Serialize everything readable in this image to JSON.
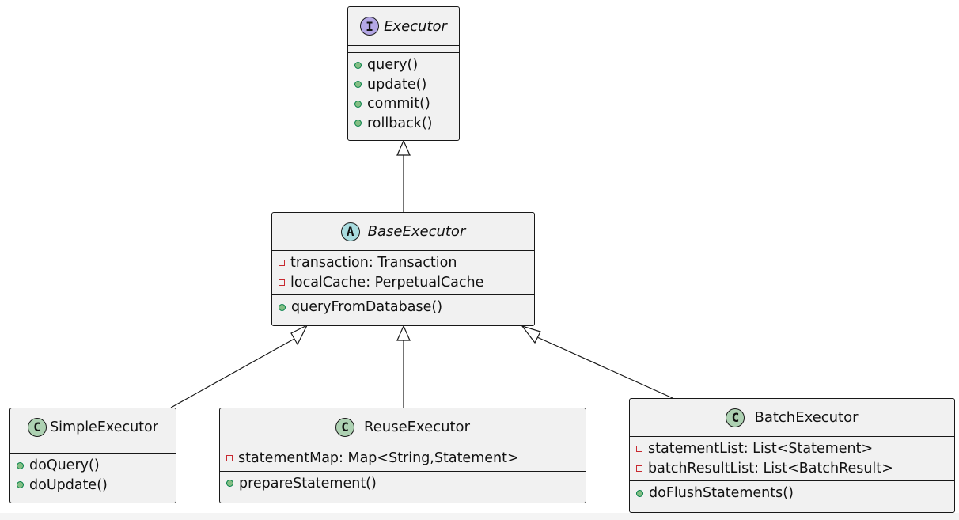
{
  "colors": {
    "class_fill": "#f1f1f1",
    "border": "#181818",
    "interface_badge": "#b4a7e5",
    "abstract_badge": "#a9dcdf",
    "class_badge": "#add1b2",
    "public_marker": "#84be84",
    "private_marker": "#c82930"
  },
  "classes": {
    "executor": {
      "stereotype": "I",
      "name": "Executor",
      "fields": [],
      "methods": [
        "query()",
        "update()",
        "commit()",
        "rollback()"
      ]
    },
    "base_executor": {
      "stereotype": "A",
      "name": "BaseExecutor",
      "fields": [
        "transaction: Transaction",
        "localCache: PerpetualCache"
      ],
      "methods": [
        "queryFromDatabase()"
      ]
    },
    "simple_executor": {
      "stereotype": "C",
      "name": "SimpleExecutor",
      "fields": [],
      "methods": [
        "doQuery()",
        "doUpdate()"
      ]
    },
    "reuse_executor": {
      "stereotype": "C",
      "name": "ReuseExecutor",
      "fields": [
        "statementMap: Map<String,Statement>"
      ],
      "methods": [
        "prepareStatement()"
      ]
    },
    "batch_executor": {
      "stereotype": "C",
      "name": "BatchExecutor",
      "fields": [
        "statementList: List<Statement>",
        "batchResultList: List<BatchResult>"
      ],
      "methods": [
        "doFlushStatements()"
      ]
    }
  },
  "relations": [
    {
      "from": "BaseExecutor",
      "to": "Executor",
      "kind": "extends"
    },
    {
      "from": "SimpleExecutor",
      "to": "BaseExecutor",
      "kind": "extends"
    },
    {
      "from": "ReuseExecutor",
      "to": "BaseExecutor",
      "kind": "extends"
    },
    {
      "from": "BatchExecutor",
      "to": "BaseExecutor",
      "kind": "extends"
    }
  ]
}
